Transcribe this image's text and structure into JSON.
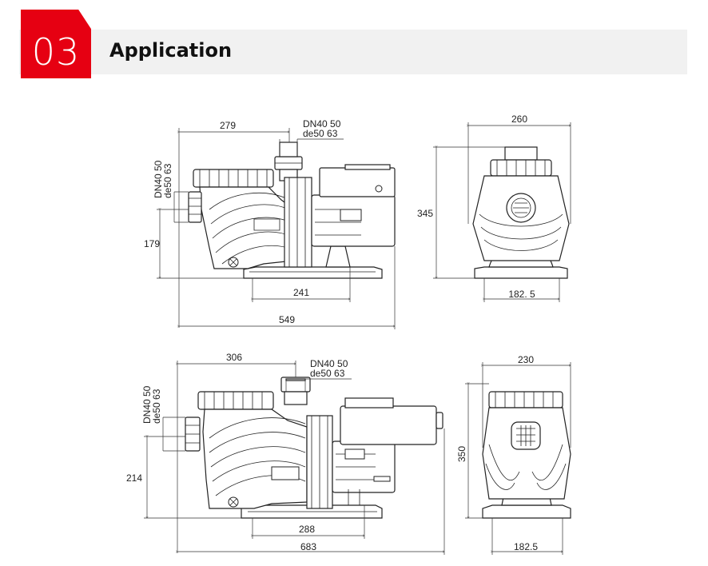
{
  "header": {
    "section_number": "03",
    "title": "Application",
    "accent_color": "#e60012",
    "bar_color": "#f1f1f1"
  },
  "drawing_top_side": {
    "dim_top_left": "279",
    "dim_inlet_line1": "DN40 50",
    "dim_inlet_line2": "de50 63",
    "dim_side_line1": "DN40 50",
    "dim_side_line2": "de50 63",
    "dim_height": "179",
    "dim_base": "241",
    "dim_total": "549"
  },
  "drawing_top_front": {
    "dim_width": "260",
    "dim_height": "345",
    "dim_base": "182. 5"
  },
  "drawing_bottom_side": {
    "dim_top_left": "306",
    "dim_inlet_line1": "DN40 50",
    "dim_inlet_line2": "de50 63",
    "dim_side_line1": "DN40 50",
    "dim_side_line2": "de50 63",
    "dim_height": "214",
    "dim_base": "288",
    "dim_total": "683"
  },
  "drawing_bottom_front": {
    "dim_width": "230",
    "dim_height": "350",
    "dim_base": "182.5"
  }
}
